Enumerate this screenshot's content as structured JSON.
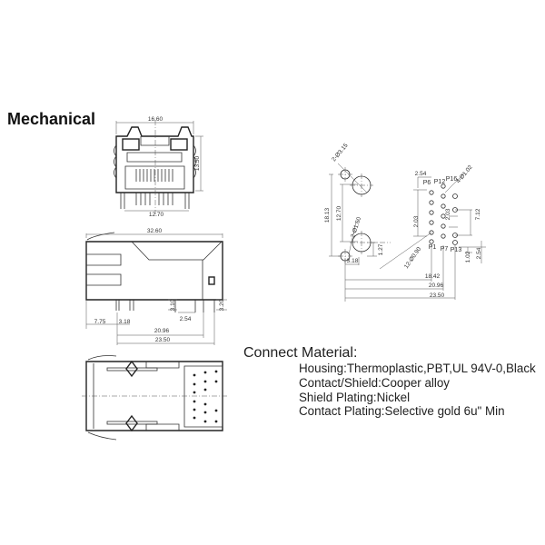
{
  "title": "Mechanical",
  "front_view": {
    "width": "16.60",
    "height": "13.50",
    "pin_span": "12.70"
  },
  "side_view": {
    "length": "32.60",
    "d1": "7.75",
    "d2": "3.18",
    "d3": "3.10",
    "d4": "2.54",
    "d5": "3.20",
    "d6": "20.96",
    "d7": "23.50"
  },
  "pcb_layout": {
    "big_holes": "2-Ø3.15",
    "small_holes": "2-Ø1.60",
    "signal_holes": "12-Ø0.90",
    "led_holes": "4-Ø1.02",
    "v1": "18.13",
    "v2": "12.70",
    "v3": "1.27",
    "h1": "3.18",
    "h2": "18.42",
    "h3": "20.96",
    "h4": "23.50",
    "p1": "2.54",
    "p2": "2.03",
    "p3": "2.03",
    "p4": "7.12",
    "p5": "1.02",
    "p6": "2.54",
    "pins": {
      "P6": "P6",
      "P12": "P12",
      "P16": "P16",
      "P1": "P1",
      "P7": "P7",
      "P13": "P13"
    }
  },
  "material": {
    "heading": "Connect Material:",
    "lines": [
      "Housing:Thermoplastic,PBT,UL 94V-0,Black",
      "Contact/Shield:Cooper alloy",
      "Shield Plating:Nickel",
      "Contact Plating:Selective gold 6u\" Min"
    ]
  }
}
